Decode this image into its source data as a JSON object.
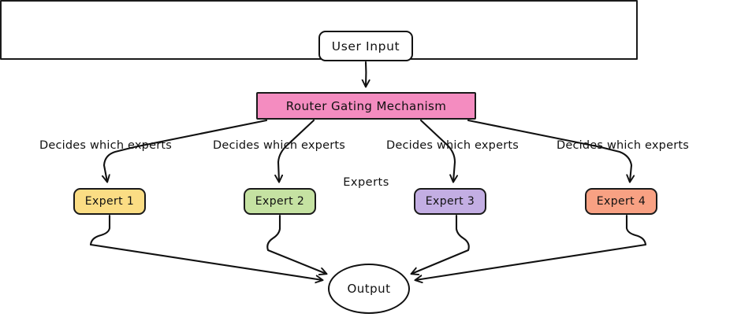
{
  "diagram": {
    "title": "Mixture of Experts routing flowchart",
    "background": "#ffffff",
    "stroke": "#1a1a1a",
    "nodes": {
      "user_input": {
        "label": "User Input",
        "fill": "#ffffff",
        "shape": "rounded-rect"
      },
      "router": {
        "label": "Router Gating Mechanism",
        "fill": "#f48cc0",
        "shape": "rect"
      },
      "experts_container": {
        "label": "Experts",
        "fill": "#ffffff",
        "shape": "rect"
      },
      "output": {
        "label": "Output",
        "fill": "#ffffff",
        "shape": "ellipse"
      }
    },
    "experts": [
      {
        "label": "Expert 1",
        "fill": "#fbdd84"
      },
      {
        "label": "Expert 2",
        "fill": "#c5e2a2"
      },
      {
        "label": "Expert 3",
        "fill": "#c3aee3"
      },
      {
        "label": "Expert 4",
        "fill": "#f8a183"
      }
    ],
    "edge_labels": [
      "Decides which experts",
      "Decides which experts",
      "Decides which experts",
      "Decides which experts"
    ]
  }
}
